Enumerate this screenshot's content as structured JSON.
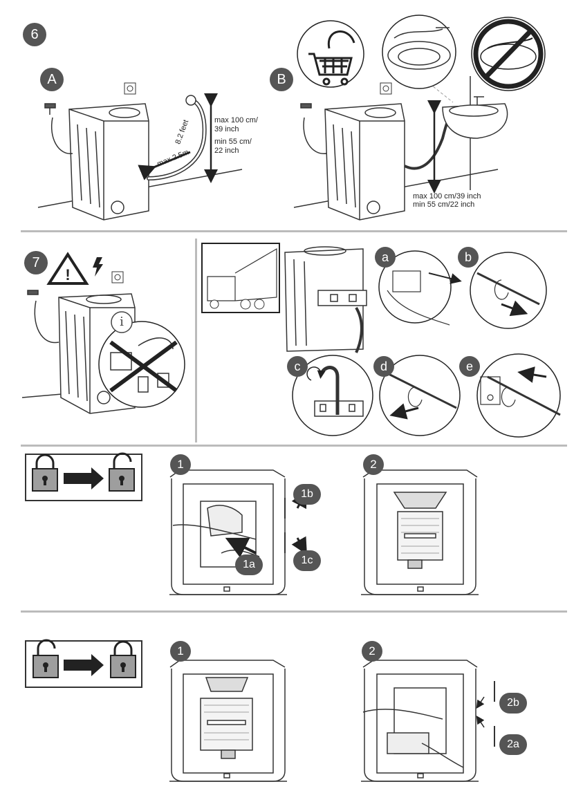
{
  "steps": {
    "step6": "6",
    "step7": "7",
    "sub_a": "A",
    "sub_b": "B",
    "lock_1": "1",
    "lock_2": "2",
    "unlock_1": "1",
    "unlock_2": "2"
  },
  "letters": [
    "a",
    "b",
    "c",
    "d",
    "e"
  ],
  "labels": {
    "l1a": "1a",
    "l1b": "1b",
    "l1c": "1c",
    "l2a": "2a",
    "l2b": "2b"
  },
  "dimensions": {
    "a_max": "max 100 cm/\n39 inch",
    "a_min": "min 55 cm/\n22 inch",
    "a_hose_length": "max 2.5m",
    "a_hose_feet": "8.2 feet",
    "b_max": "max 100 cm/39 inch",
    "b_min": "min 55 cm/22 inch"
  },
  "info_icon": "i",
  "icons": [
    "faucet-icon",
    "socket-icon",
    "warning-icon",
    "lightning-icon",
    "shopping-cart-icon",
    "padlock-closed-icon",
    "padlock-open-icon",
    "arrow-right-icon",
    "prohibited-icon"
  ],
  "colors": {
    "badge": "#555555",
    "divider": "#bbbbbb",
    "lock_panel": "#d9d9d9"
  }
}
